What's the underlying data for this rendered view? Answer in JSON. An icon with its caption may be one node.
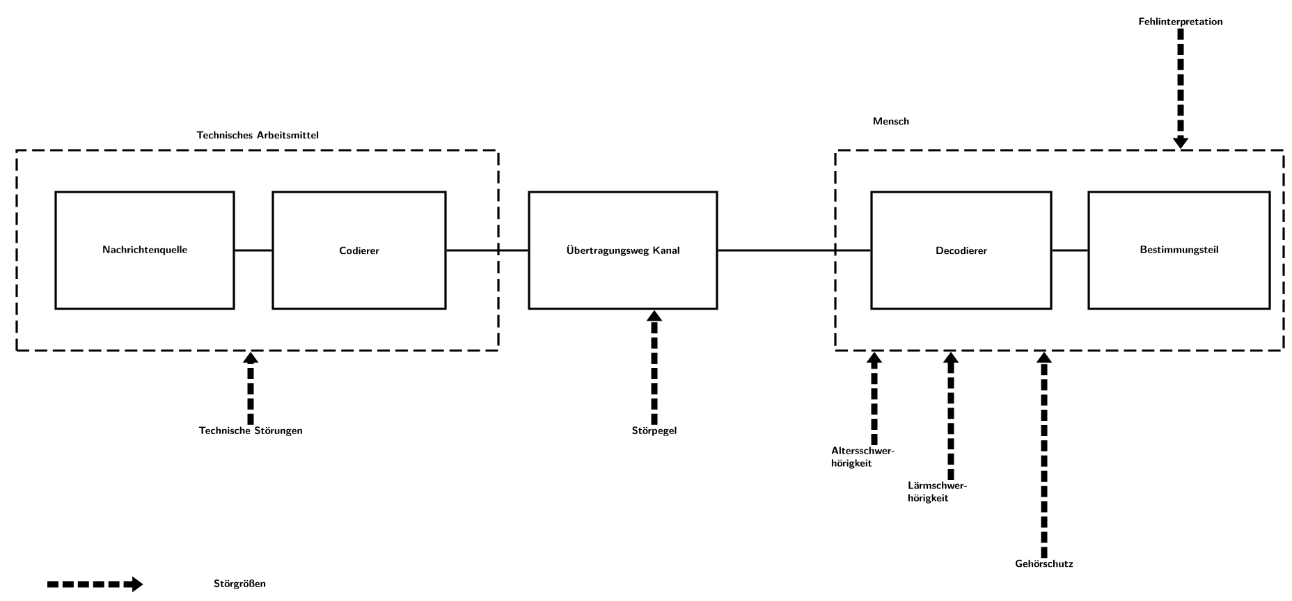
{
  "diagram": {
    "nodes": [
      {
        "text": [
          "Technisches Arbeitsmittel"
        ]
      },
      {
        "text": [
          "Nachrichtenquelle"
        ],
        "in": 0
      },
      {
        "text": [
          "Codierer"
        ],
        "in": 0
      },
      {
        "text": [
          "Übertragungsweg Kanal"
        ]
      },
      {
        "text": [
          "Mensch"
        ]
      },
      {
        "text": [
          "Decodierer"
        ],
        "in": 4
      },
      {
        "text": [
          "Bestimmungsteil"
        ],
        "in": 4
      },
      {
        "text": [
          "Fehlinterpretation"
        ]
      },
      {
        "text": [
          "Technische Störungen"
        ]
      },
      {
        "text": [
          "Störpegel"
        ]
      },
      {
        "text": [
          "Altersschwer- hörigkeit"
        ]
      },
      {
        "text": [
          "Lärmschwer- hörigkeit"
        ]
      },
      {
        "text": [
          "Gehörschutz"
        ]
      }
    ],
    "edges": [
      {
        "from": 1,
        "to": 2,
        "arrow": "none"
      },
      {
        "from": 2,
        "to": 3,
        "arrow": "none"
      },
      {
        "from": 3,
        "to": 5,
        "arrow": "none"
      },
      {
        "from": 5,
        "to": 6,
        "arrow": "none"
      },
      {
        "from": 7,
        "to": 4,
        "arrow": "to",
        "style": "dashed"
      },
      {
        "from": 8,
        "to": 0,
        "arrow": "to",
        "style": "dashed"
      },
      {
        "from": 9,
        "to": 3,
        "arrow": "to",
        "style": "dashed"
      },
      {
        "from": 10,
        "to": 4,
        "arrow": "to",
        "style": "dashed"
      },
      {
        "from": 11,
        "to": 4,
        "arrow": "to",
        "style": "dashed"
      },
      {
        "from": 12,
        "to": 4,
        "arrow": "to",
        "style": "dashed"
      }
    ],
    "legend": [
      {
        "text": "Störgrößen"
      }
    ]
  }
}
